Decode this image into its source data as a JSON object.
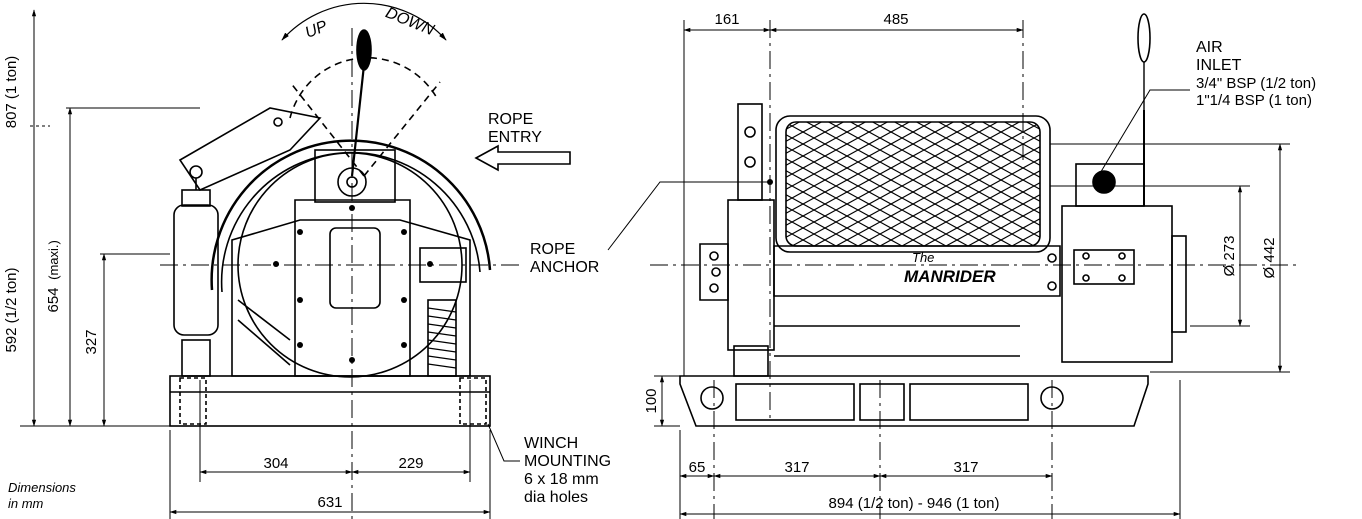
{
  "units_note": [
    "Dimensions",
    "in mm"
  ],
  "left_view": {
    "control_labels": {
      "up": "UP",
      "down": "DOWN"
    },
    "height_dims": {
      "h807": "807 (1 ton)",
      "h592": "592 (1/2 ton)",
      "h654": "654",
      "h654_suffix": "(maxi.)",
      "h327": "327"
    },
    "width_dims": {
      "w304": "304",
      "w229": "229",
      "w631": "631"
    }
  },
  "callouts": {
    "rope_entry": [
      "ROPE",
      "ENTRY"
    ],
    "rope_anchor": [
      "ROPE",
      "ANCHOR"
    ],
    "winch_mounting": [
      "WINCH",
      "MOUNTING",
      "6 x 18 mm",
      "dia holes"
    ],
    "air_inlet": [
      "AIR",
      "INLET",
      "3/4\" BSP (1/2 ton)",
      "1\"1/4 BSP (1 ton)"
    ]
  },
  "right_view": {
    "brand": {
      "the": "The",
      "name": "MANRIDER"
    },
    "top_dims": {
      "w161": "161",
      "w485": "485"
    },
    "dia_dims": {
      "d273": "Ø 273",
      "d442": "Ø 442"
    },
    "base_dims": {
      "h100": "100",
      "w65": "65",
      "w317a": "317",
      "w317b": "317",
      "total": "894 (1/2 ton) - 946 (1 ton)"
    }
  },
  "colors": {
    "ink": "#000000",
    "paper": "#ffffff"
  }
}
